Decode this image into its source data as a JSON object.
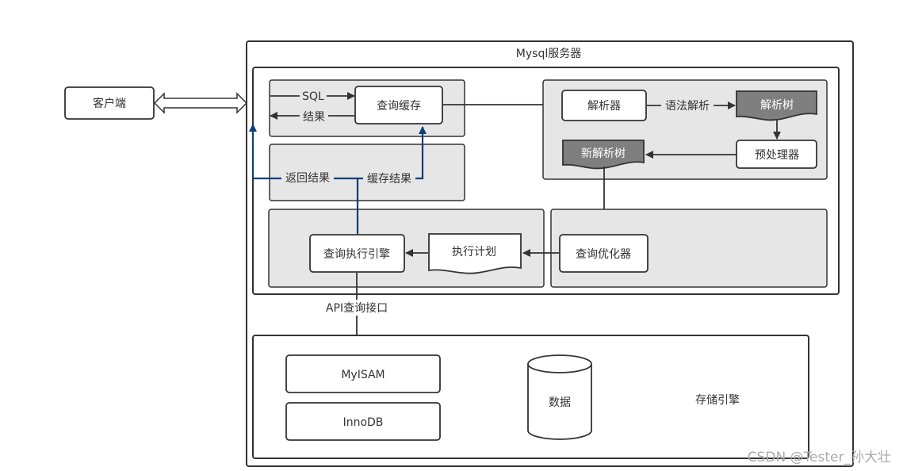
{
  "diagram": {
    "server_title": "Mysql服务器",
    "client": "客户端",
    "cache_group": {
      "sql_label": "SQL",
      "result_label": "结果",
      "query_cache": "查询缓存"
    },
    "return_result": "返回结果",
    "cache_result": "缓存结果",
    "parser_group": {
      "parser": "解析器",
      "syntax_parse": "语法解析",
      "parse_tree": "解析树",
      "preprocessor": "预处理器",
      "new_parse_tree": "新解析树"
    },
    "optimizer": "查询优化器",
    "execution_plan": "执行计划",
    "execution_engine": "查询执行引擎",
    "api_interface": "API查询接口",
    "storage": {
      "myisam": "MyISAM",
      "innodb": "InnoDB",
      "data": "数据",
      "engine_label": "存储引擎"
    },
    "watermark": "CSDN @Tester_孙大壮"
  },
  "colors": {
    "blue_path": "#0d3e7a",
    "dark_line": "#333333",
    "panel_fill": "#e6e6e6",
    "doc_fill": "#7f7f7f"
  }
}
